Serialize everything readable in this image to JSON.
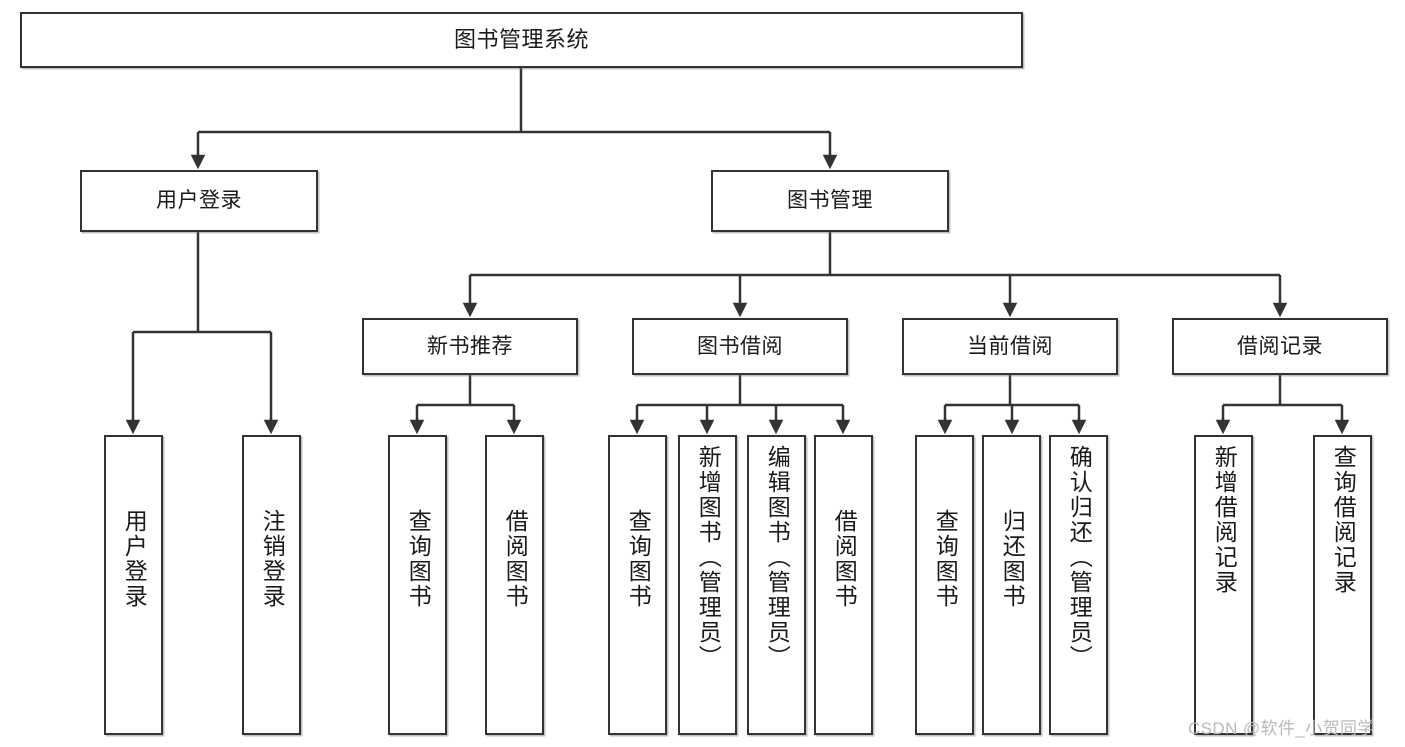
{
  "diagram": {
    "type": "tree-hierarchy",
    "title": "图书管理系统",
    "root": {
      "label": "图书管理系统"
    },
    "level2": [
      {
        "label": "用户登录"
      },
      {
        "label": "图书管理"
      }
    ],
    "level3": [
      {
        "label": "新书推荐"
      },
      {
        "label": "图书借阅"
      },
      {
        "label": "当前借阅"
      },
      {
        "label": "借阅记录"
      }
    ],
    "leaves": {
      "user_login": [
        {
          "label": "用户登录"
        },
        {
          "label": "注销登录"
        }
      ],
      "new_book_recommend": [
        {
          "label": "查询图书"
        },
        {
          "label": "借阅图书"
        }
      ],
      "book_borrow": [
        {
          "label": "查询图书"
        },
        {
          "label": "新增图书（管理员）"
        },
        {
          "label": "编辑图书（管理员）"
        },
        {
          "label": "借阅图书"
        }
      ],
      "current_borrow": [
        {
          "label": "查询图书"
        },
        {
          "label": "归还图书"
        },
        {
          "label": "确认归还（管理员）"
        }
      ],
      "borrow_record": [
        {
          "label": "新增借阅记录"
        },
        {
          "label": "查询借阅记录"
        }
      ]
    }
  },
  "watermark": {
    "text": "CSDN @软件_小贺同学"
  },
  "colors": {
    "border": "#333333",
    "text": "#1a1a1a",
    "background": "#ffffff",
    "watermark": "#b9b9b9"
  }
}
